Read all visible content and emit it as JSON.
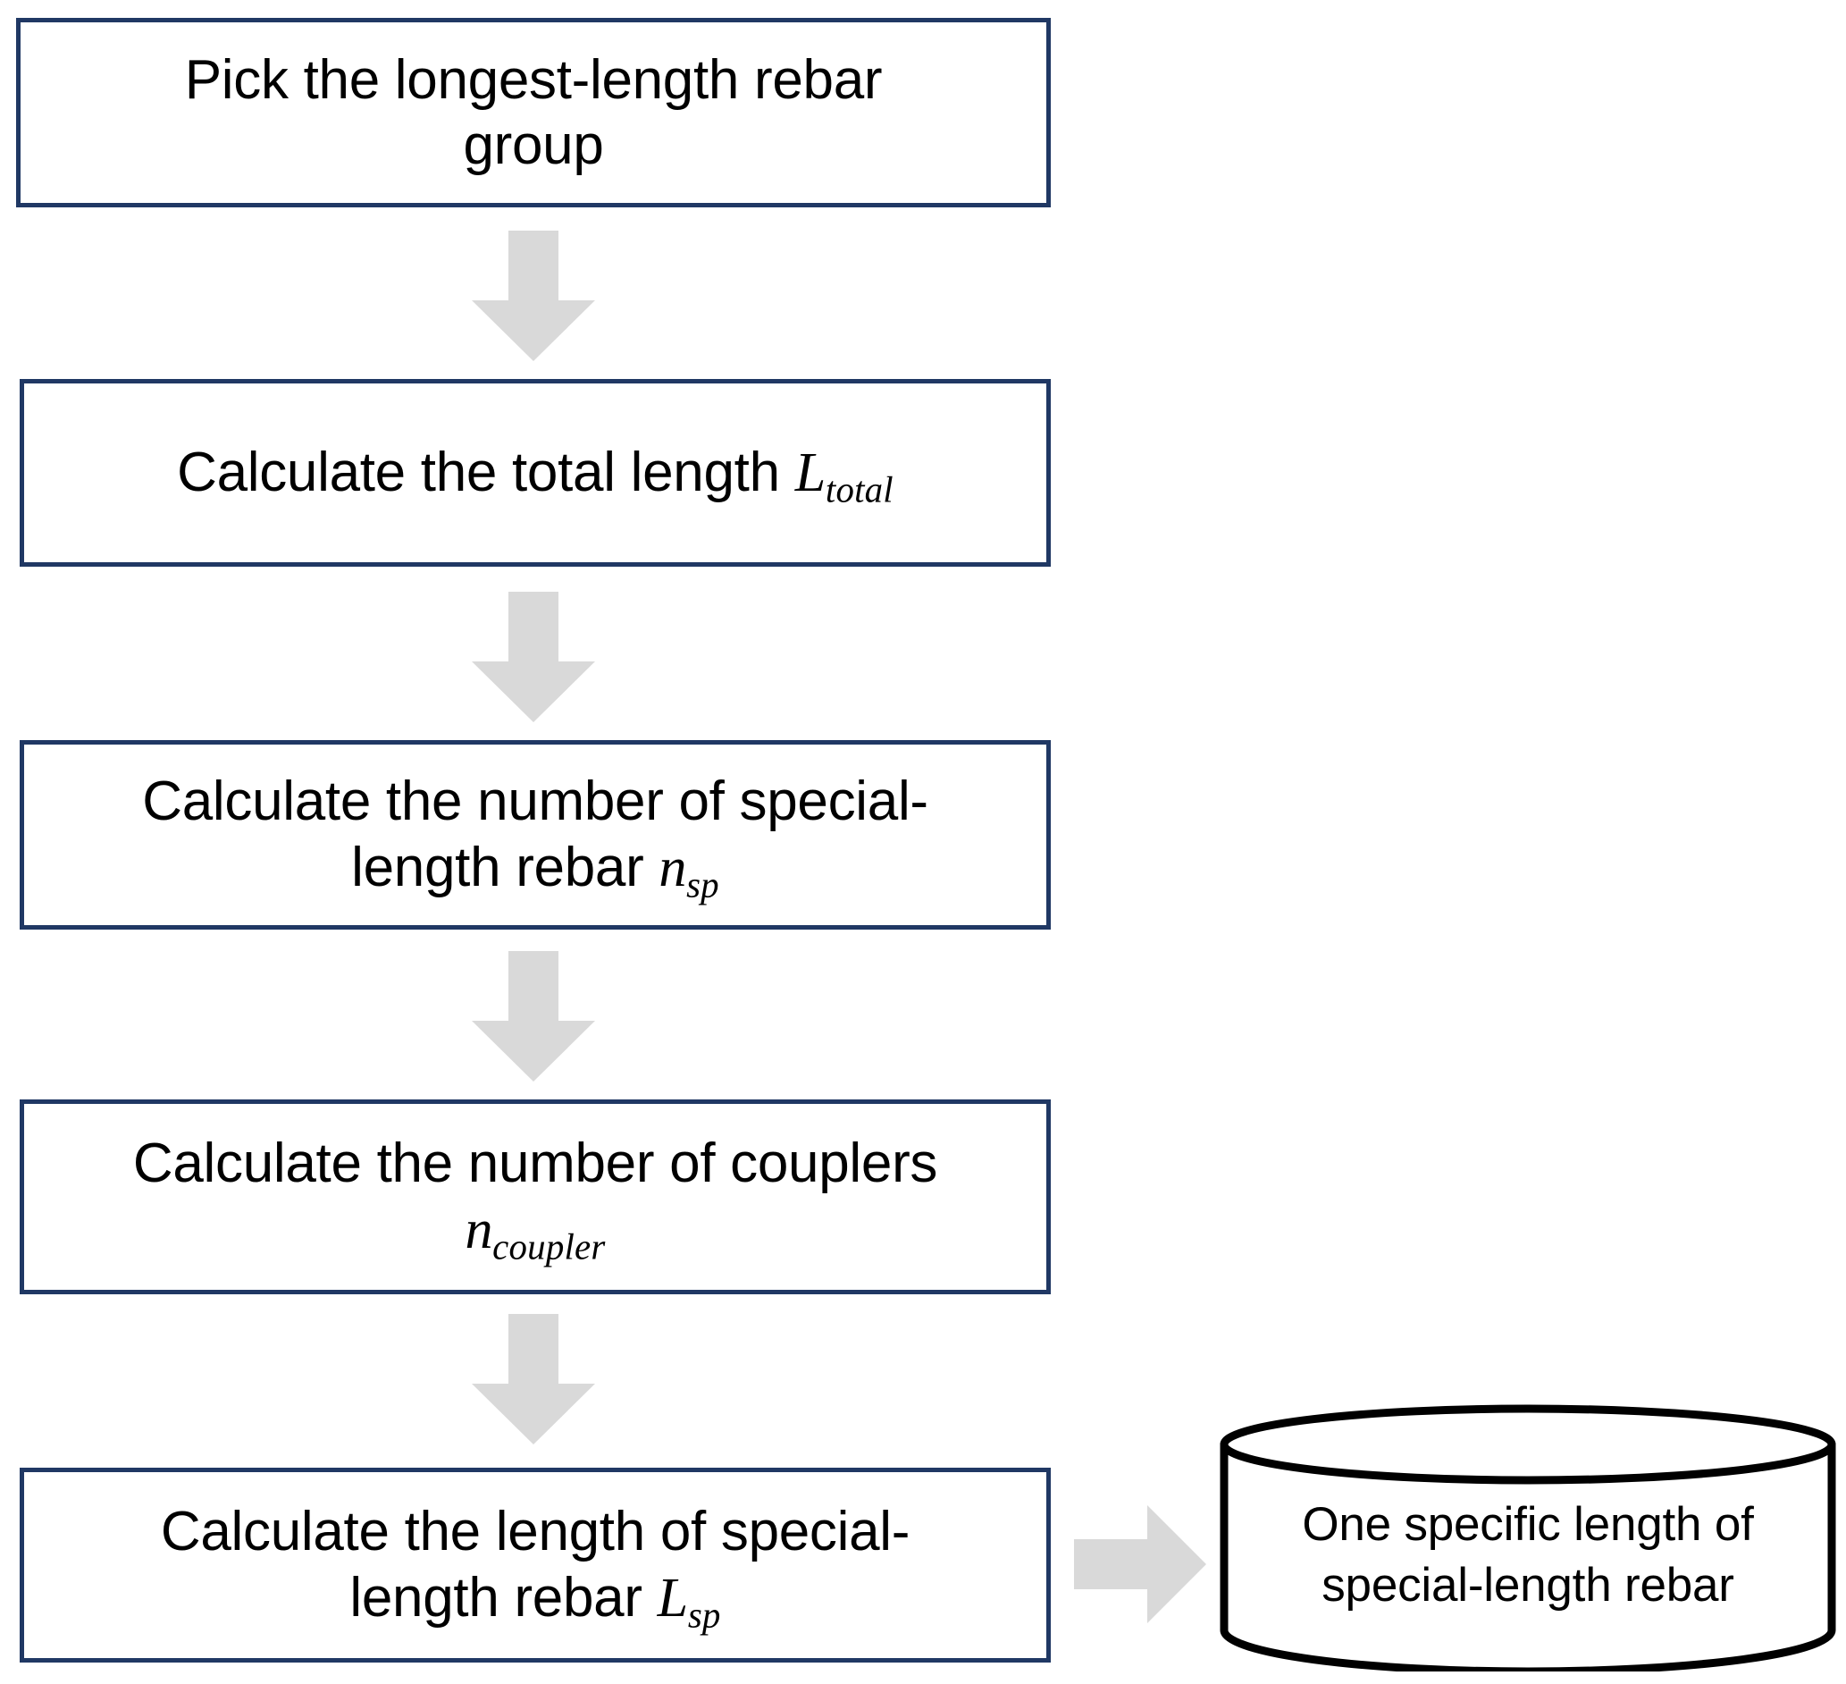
{
  "diagram": {
    "type": "flowchart",
    "title": "Special-length rebar calculation flowchart",
    "orientation": "top-to-bottom with one right branch",
    "colors": {
      "box_border": "#203864",
      "box_fill": "#FFFFFF",
      "arrow_fill": "#D9D9D9",
      "cylinder_stroke": "#000000",
      "text": "#000000",
      "background": "#FFFFFF"
    },
    "nodes": [
      {
        "id": "pick",
        "shape": "rectangle",
        "text": "Pick the longest-length rebar\ngroup"
      },
      {
        "id": "total",
        "shape": "rectangle",
        "text": "Calculate the total length ",
        "symbol": "L",
        "subscript": "total"
      },
      {
        "id": "nsp",
        "shape": "rectangle",
        "text": "Calculate the number of special-\nlength rebar ",
        "symbol": "n",
        "subscript": "sp"
      },
      {
        "id": "ncoupler",
        "shape": "rectangle",
        "text": "Calculate the number of couplers\n",
        "symbol": "n",
        "subscript": "coupler"
      },
      {
        "id": "lsp",
        "shape": "rectangle",
        "text": "Calculate the length of special-\nlength rebar ",
        "symbol": "L",
        "subscript": "sp"
      },
      {
        "id": "output",
        "shape": "cylinder",
        "text": "One specific length of\nspecial-length rebar"
      }
    ],
    "edges": [
      {
        "id": "e1",
        "from": "pick",
        "to": "total",
        "direction": "down"
      },
      {
        "id": "e2",
        "from": "total",
        "to": "nsp",
        "direction": "down"
      },
      {
        "id": "e3",
        "from": "nsp",
        "to": "ncoupler",
        "direction": "down"
      },
      {
        "id": "e4",
        "from": "ncoupler",
        "to": "lsp",
        "direction": "down"
      },
      {
        "id": "e5",
        "from": "lsp",
        "to": "output",
        "direction": "right"
      }
    ]
  }
}
